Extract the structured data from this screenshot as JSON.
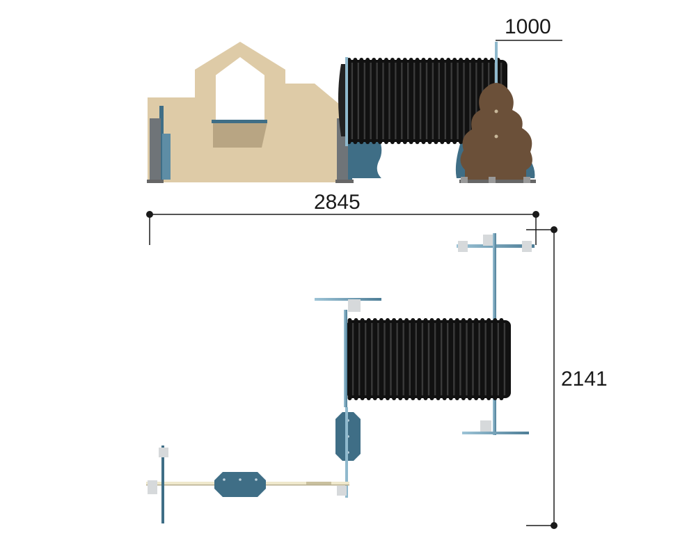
{
  "drawing": {
    "dimensions": {
      "height_top": "1000",
      "length_total": "2845",
      "width_total": "2141"
    },
    "views": [
      "front-elevation",
      "top-plan"
    ],
    "components": [
      "playhouse-panel",
      "corrugated-tunnel",
      "tree-panel",
      "balance-beam",
      "stepping-plates"
    ]
  },
  "colors": {
    "panel_beige": "#DECBA7",
    "tunnel_black": "#111111",
    "tree_brown": "#6B5039",
    "steel_blue": "#3F6E86",
    "post_grey": "#6F7478",
    "line": "#1a1a1a",
    "board_light": "#EFE8CC"
  }
}
